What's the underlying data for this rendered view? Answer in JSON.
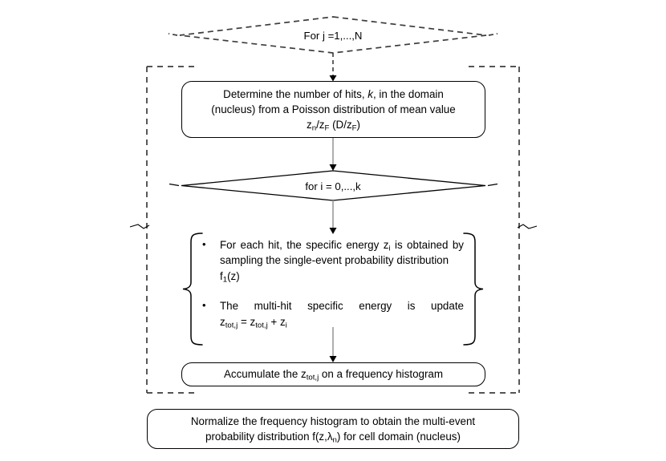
{
  "diagram": {
    "title": "Multi-event specific energy Monte Carlo flowchart",
    "colors": {
      "stroke": "#000000",
      "connector": "#9a9a9a",
      "arrowhead": "#000000",
      "background": "#ffffff"
    },
    "outer_loop": {
      "name": "outer-loop-boundary",
      "style": "dashed"
    },
    "nodes": {
      "loop_j": {
        "shape": "diamond",
        "style": "dashed",
        "label_plain": "For j =1,...,N",
        "label_pre": "For j =1,...,N"
      },
      "determine_hits": {
        "shape": "rounded-rect",
        "line1": "Determine the number of hits, k, in the domain",
        "line1_a": "Determine the number of hits, ",
        "line1_k": "k",
        "line1_b": ", in the domain",
        "line2": "(nucleus) from a Poisson distribution of mean value",
        "line3_pre": "z",
        "line3_sub1": "n",
        "line3_mid": "/z",
        "line3_sub2": "F",
        "line3_mid2": " (D/z",
        "line3_sub3": "F",
        "line3_end": ")",
        "line3_plain": "zn/zF (D/zF)"
      },
      "loop_i": {
        "shape": "diamond",
        "style": "solid",
        "label_plain": "for i = 0,...,k"
      },
      "bullets": {
        "shape": "curly-brace-block",
        "items": [
          {
            "bullet": "•",
            "seg1": "For each hit, the specific energy z",
            "sub1": "i",
            "seg2": " is obtained by sampling the single-event probability distribution",
            "line3_pre": "f",
            "line3_sub": "1",
            "line3_end": "(z)",
            "plain": "For each hit, the specific energy zi is obtained by sampling the single-event probability distribution f1(z)"
          },
          {
            "bullet": "•",
            "seg1": "The multi-hit specific energy is update",
            "eq_pre": "z",
            "eq_sub1": "tot,j",
            "eq_mid": " = z",
            "eq_sub2": "tot,j",
            "eq_plus": " + z",
            "eq_sub3": "i",
            "plain": "The multi-hit specific energy is update ztot,j = ztot,j + zi"
          }
        ]
      },
      "accumulate": {
        "shape": "rounded-rect",
        "pre": "Accumulate the z",
        "sub": "tot,j",
        "post": " on a frequency histogram",
        "plain": "Accumulate the ztot,j on a frequency histogram"
      },
      "normalize": {
        "shape": "rounded-rect",
        "line1": "Normalize the frequency histogram to obtain the multi-event",
        "line2_pre": "probability distribution f(z,λ",
        "line2_sub": "n",
        "line2_post": ") for cell domain (nucleus)",
        "line2_plain": "probability distribution f(z,λn) for cell domain (nucleus)"
      }
    }
  }
}
